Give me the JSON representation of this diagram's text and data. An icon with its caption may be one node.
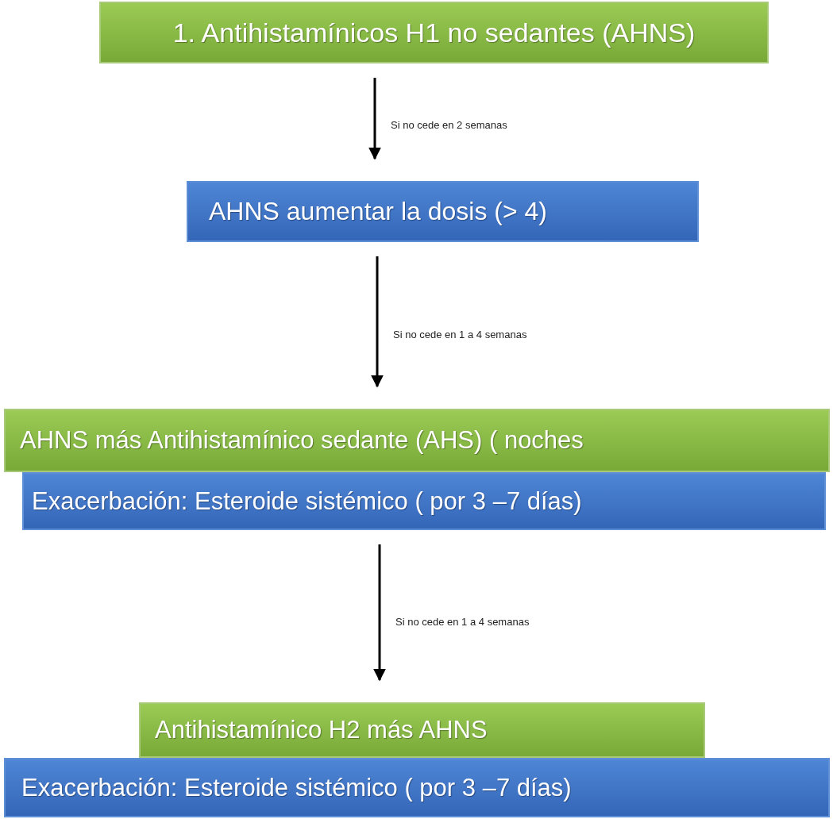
{
  "diagram": {
    "nodes": [
      {
        "text": [
          "1. Antihistamínicos H1 no sedantes (AHNS)"
        ]
      },
      {
        "text": [
          "AHNS aumentar la dosis  (> 4)"
        ]
      },
      {
        "text": [
          "AHNS  más Antihistamínico sedante (AHS) ( noches"
        ]
      },
      {
        "text": [
          "Exacerbación: Esteroide sistémico ( por 3 –7 días)"
        ]
      },
      {
        "text": [
          "Antihistamínico H2 más AHNS"
        ]
      },
      {
        "text": [
          "Exacerbación: Esteroide sistémico ( por 3 –7 días)"
        ]
      }
    ],
    "edges": [
      {
        "from": 0,
        "to": 1,
        "arrow": "to",
        "label": "Si no cede en 2 semanas"
      },
      {
        "from": 1,
        "to": 2,
        "arrow": "to",
        "label": "Si no cede en 1 a 4 semanas"
      },
      {
        "from": 3,
        "to": 4,
        "arrow": "to",
        "label": "Si no cede en 1 a 4 semanas"
      }
    ]
  }
}
